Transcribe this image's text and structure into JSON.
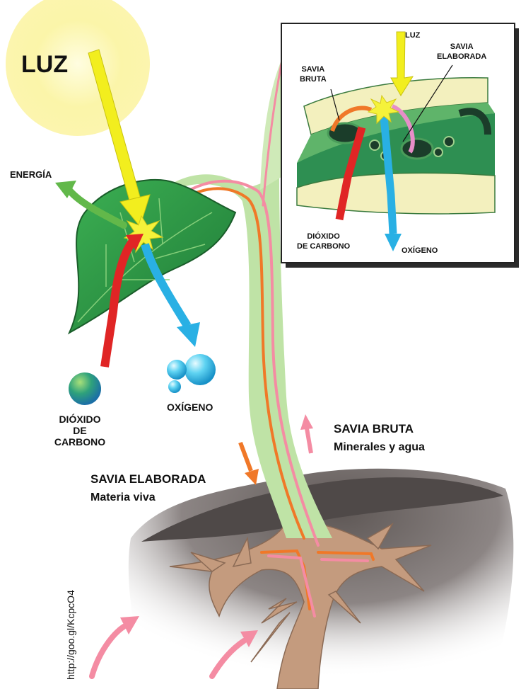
{
  "labels": {
    "light": "LUZ",
    "energy": "ENERGÍA",
    "carbon_dioxide": [
      "DIÓXIDO",
      "DE",
      "CARBONO"
    ],
    "oxygen": "OXÍGENO",
    "raw_sap_title": "SAVIA BRUTA",
    "raw_sap_subtitle": "Minerales y agua",
    "processed_sap_title": "SAVIA ELABORADA",
    "processed_sap_subtitle": "Materia viva"
  },
  "inset": {
    "light": "LUZ",
    "processed_sap": [
      "SAVIA",
      "ELABORADA"
    ],
    "raw_sap": [
      "SAVIA",
      "BRUTA"
    ],
    "carbon_dioxide": [
      "DIÓXIDO",
      "DE CARBONO"
    ],
    "oxygen": "OXÍGENO"
  },
  "source_url": "http://goo.gl/KcpcO4",
  "colors": {
    "sun": "#fbf4a8",
    "leaf": "#2f9a45",
    "stem": "#bfe3a6",
    "raw_sap": "#f48ca3",
    "processed_sap": "#f07828",
    "light_arrow": "#f2ee1e",
    "oxygen_arrow": "#29b0e4",
    "co2_arrow": "#e02525",
    "energy_arrow": "#62b84a",
    "soil": "#6e6765",
    "root": "#c49b7e"
  }
}
